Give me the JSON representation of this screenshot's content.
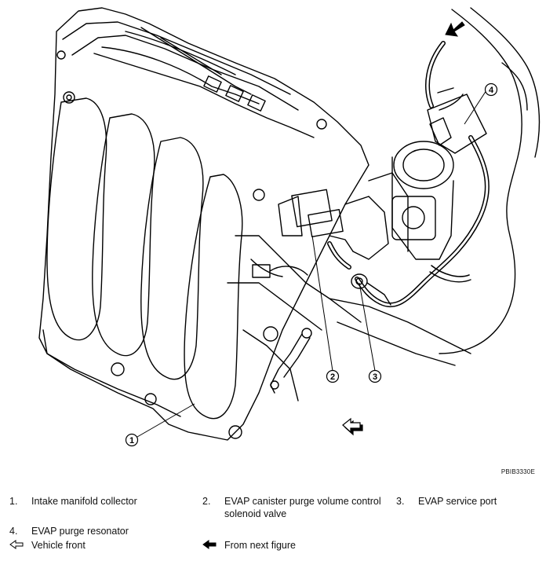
{
  "figure_code": "PBIB3330E",
  "callouts": [
    "1",
    "2",
    "3",
    "4"
  ],
  "legend": {
    "items": [
      {
        "num": "1.",
        "text": "Intake manifold collector"
      },
      {
        "num": "2.",
        "text_line1": "EVAP canister purge volume control",
        "text_line2": "solenoid valve"
      },
      {
        "num": "3.",
        "text": "EVAP service port"
      },
      {
        "num": "4.",
        "text": "EVAP purge resonator"
      }
    ],
    "vehicle_front": {
      "icon": "outline-arrow-left-icon",
      "text": "Vehicle front"
    },
    "from_next_figure": {
      "icon": "solid-arrow-left-icon",
      "text": "From next figure"
    }
  },
  "colors": {
    "line": "#000000",
    "background": "#ffffff"
  }
}
